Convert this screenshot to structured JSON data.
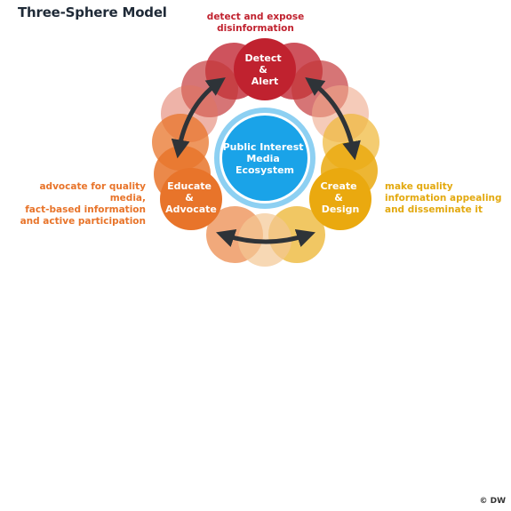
{
  "title": "Three-Sphere Model",
  "center": {
    "lines": [
      "Public Interest",
      "Media",
      "Ecosystem"
    ],
    "color": "#1aa3e8"
  },
  "spheres": [
    {
      "lines": [
        "Detect",
        "&",
        "Alert"
      ],
      "color": "#c0222f",
      "caption_lines": [
        "detect and expose",
        "disinformation"
      ]
    },
    {
      "lines": [
        "Create",
        "&",
        "Design"
      ],
      "color": "#eaa90f",
      "caption_lines": [
        "make quality",
        "information appealing",
        "and disseminate it"
      ]
    },
    {
      "lines": [
        "Educate",
        "&",
        "Advocate"
      ],
      "color": "#e8742a",
      "caption_lines": [
        "advocate for quality media,",
        "fact-based information",
        "and active participation"
      ]
    }
  ],
  "credit": "© DW"
}
